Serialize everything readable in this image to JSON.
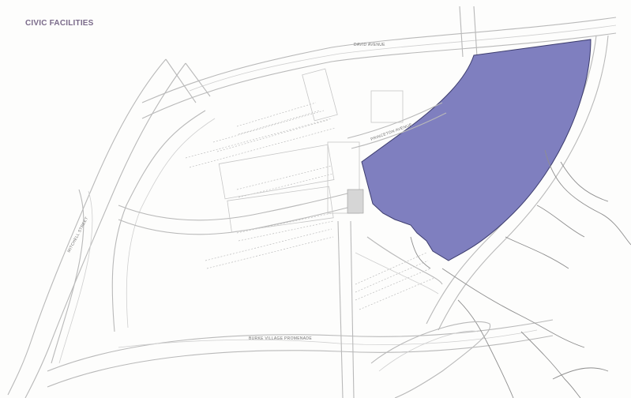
{
  "map": {
    "title": "CIVIC FACILITIES",
    "colors": {
      "civic_parcel": "#7f7fbf",
      "parcel_outline": "#3d3d6e",
      "road_line": "#b9b9b9",
      "title": "#7a6a8a"
    },
    "street_labels": {
      "top_avenue": "DAVID AVENUE",
      "diagonal_avenue": "PRINCETON AVENUE",
      "left_street": "MITCHELL STREET",
      "bottom_promenade": "BURKE VILLAGE PROMENADE"
    }
  }
}
